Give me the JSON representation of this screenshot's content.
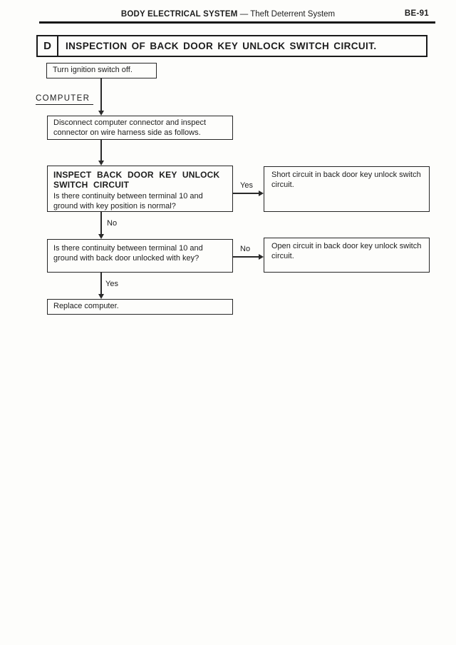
{
  "header": {
    "section": "BODY ELECTRICAL SYSTEM",
    "separator": "—",
    "subsection": "Theft Deterrent System",
    "page": "BE-91"
  },
  "title_block": {
    "index_letter": "D",
    "title": "INSPECTION OF BACK DOOR KEY UNLOCK SWITCH CIRCUIT."
  },
  "flowchart": {
    "computer_label": "COMPUTER",
    "step_start": "Turn ignition switch off.",
    "step_disconnect": "Disconnect computer connector and inspect connector on wire harness side as follows.",
    "inspect_heading": "INSPECT BACK DOOR KEY UNLOCK SWITCH CIRCUIT",
    "inspect_question": "Is there continuity between terminal 10 and ground with key position is normal?",
    "result_short": "Short circuit in back door key unlock switch circuit.",
    "question2": "Is there continuity between terminal 10 and ground with back door unlocked with key?",
    "result_open": "Open circuit in back door key unlock switch circuit.",
    "step_replace": "Replace computer.",
    "label_yes1": "Yes",
    "label_no1": "No",
    "label_no2": "No",
    "label_yes2": "Yes"
  }
}
